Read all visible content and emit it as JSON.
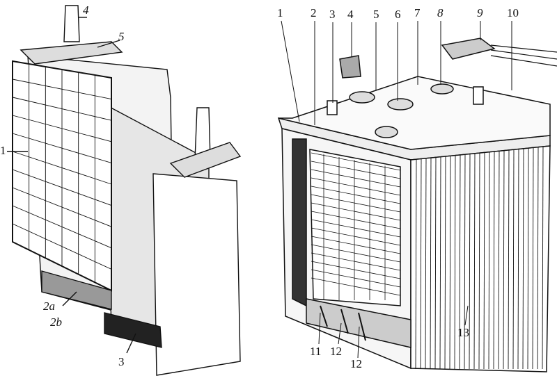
{
  "left_figure": {
    "labels": {
      "l4": "4",
      "l5": "5",
      "l1": "1",
      "l2a": "2a",
      "l2b": "2b",
      "l3": "3"
    }
  },
  "right_figure": {
    "labels": {
      "r1": "1",
      "r2": "2",
      "r3": "3",
      "r4": "4",
      "r5": "5",
      "r6": "6",
      "r7": "7",
      "r8": "8",
      "r9": "9",
      "r10": "10",
      "r11": "11",
      "r12a": "12",
      "r12b": "12",
      "r13": "13"
    }
  }
}
